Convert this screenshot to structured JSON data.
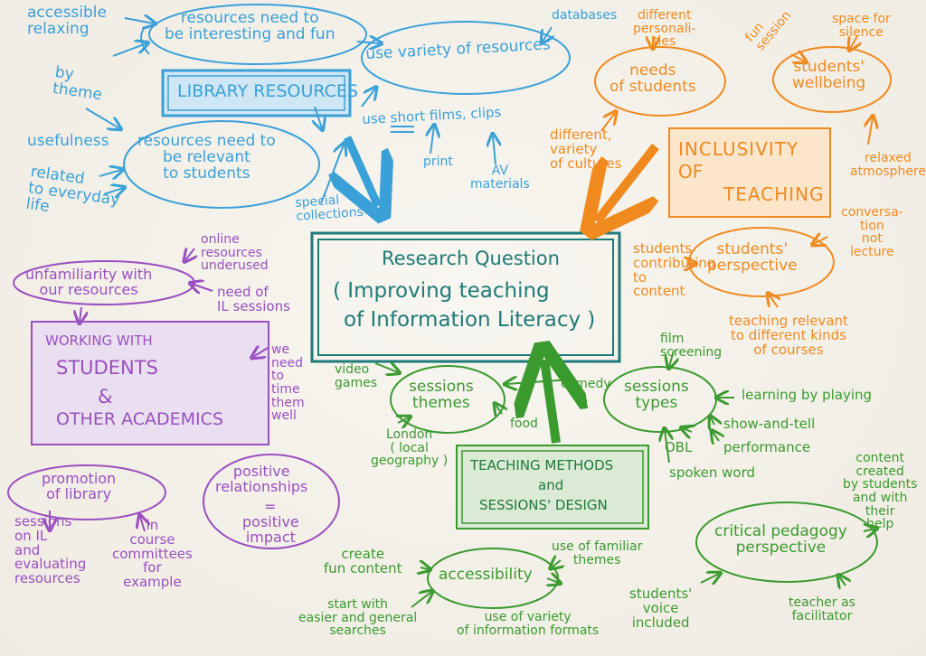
{
  "colors": {
    "library": "#3aa0d8",
    "inclusivity": "#f08a1f",
    "working": "#9a4fc0",
    "methods": "#3a9a2e",
    "question": "#1e7a78"
  },
  "center": {
    "title": "Research Question",
    "line1": "( Improving teaching",
    "line2": "of Information Literacy )"
  },
  "library": {
    "title": "LIBRARY RESOURCES",
    "interesting": "resources need to\nbe interesting and fun",
    "variety": "use variety of resources",
    "relevant": "resources need to\nbe relevant\nto students",
    "accessible": "accessible\nrelaxing",
    "by_theme": "by\ntheme",
    "usefulness": "usefulness",
    "related": "related\nto everyday\nlife",
    "databases": "databases",
    "short_films": "use short films, clips",
    "print": "print",
    "av": "AV\nmaterials",
    "special": "special\ncollections"
  },
  "inclusivity": {
    "title_line1": "INCLUSIVITY",
    "title_line2": "OF",
    "title_line3": "TEACHING",
    "needs": "needs\nof students",
    "personalities": "different\npersonali-\nties",
    "wellbeing": "students'\nwellbeing",
    "fun": "fun\nsession",
    "silence": "space for\nsilence",
    "cultures": "different,\nvariety\nof cultures",
    "relaxed": "relaxed\natmosphere",
    "perspective": "students'\nperspective",
    "conversation": "conversa-\ntion\nnot\nlecture",
    "contributing": "students\ncontributing\nto\ncontent",
    "relevant_courses": "teaching relevant\nto different kinds\nof courses"
  },
  "working": {
    "title_line1": "WORKING WITH",
    "title_line2": "STUDENTS",
    "title_line3": "&",
    "title_line4": "OTHER ACADEMICS",
    "unfamiliarity": "unfamiliarity with\nour resources",
    "online": "online\nresources\nunderused",
    "need_il": "need of\nIL sessions",
    "time": "we\nneed\nto\ntime\nthem\nwell",
    "promotion": "promotion\nof library",
    "sessions_il": "sessions\non IL\nand\nevaluating\nresources",
    "course": "in\ncourse\ncommittees\nfor\nexample",
    "positive": "positive\nrelationships",
    "equals": "=",
    "impact": "positive\nimpact"
  },
  "methods": {
    "title_line1": "TEACHING METHODS",
    "title_line2": "and",
    "title_line3": "SESSIONS' DESIGN",
    "themes": "sessions\nthemes",
    "video_games": "video\ngames",
    "comedy": "comedy",
    "food": "food",
    "london": "London\n( local\ngeography )",
    "types": "sessions\ntypes",
    "film": "film\nscreening",
    "learning": "learning by playing",
    "show": "show-and-tell",
    "performance": "performance",
    "obl": "OBL",
    "spoken": "spoken word",
    "accessibility": "accessibility",
    "fun_content": "create\nfun content",
    "familiar": "use of familiar\nthemes",
    "easier": "start with\neasier and general\nsearches",
    "formats": "use of variety\nof information formats",
    "critical": "critical pedagogy\nperspective",
    "created": "content\ncreated\nby students\nand with\ntheir\nhelp",
    "voice": "students'\nvoice\nincluded",
    "facilitator": "teacher as\nfacilitator"
  }
}
